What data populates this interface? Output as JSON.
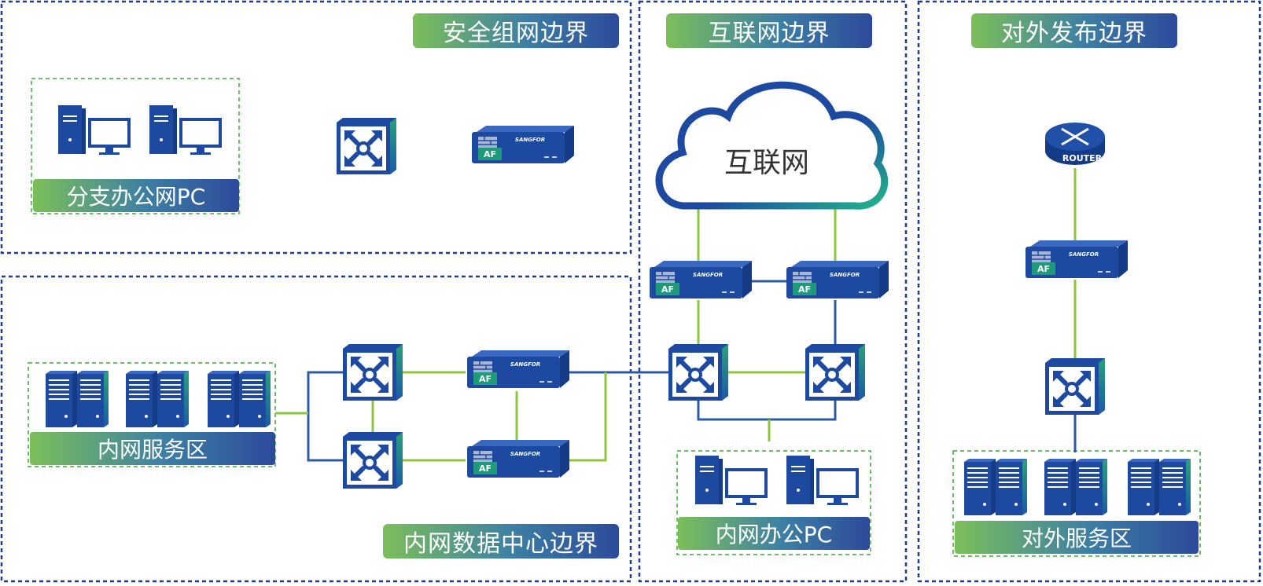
{
  "zones": {
    "security": "安全组网边界",
    "internet": "互联网边界",
    "publish": "对外发布边界",
    "datacenter": "内网数据中心边界"
  },
  "groups": {
    "branch_pc": "分支办公网PC",
    "intranet_service": "内网服务区",
    "intranet_office": "内网办公PC",
    "external_service": "对外服务区"
  },
  "cloud": "互联网",
  "router_label": "ROUTER",
  "firewall_badge": "AF",
  "firewall_brand": "SANGFOR",
  "colors": {
    "zone_border": "#1f3c8a",
    "group_border": "#3aaa35",
    "device_blue": "#2150a8",
    "link_green": "#8dc63f",
    "link_blue": "#2c5aa0"
  }
}
